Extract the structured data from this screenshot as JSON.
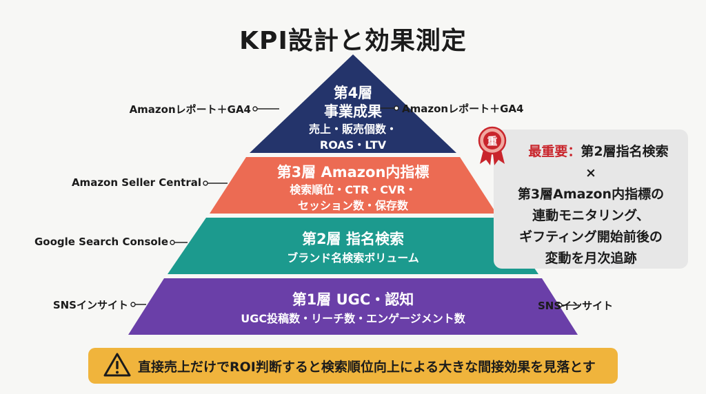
{
  "title": "KPI設計と効果測定",
  "layers": [
    {
      "lines": [
        "第4層",
        "事業成果",
        "売上・販売個数・",
        "ROAS・LTV"
      ],
      "color": "#24346b",
      "left_source": "Amazonレポート＋GA4",
      "right_source": "Amazonレポート＋GA4"
    },
    {
      "lines": [
        "第3層 Amazon内指標",
        "検索順位・CTR・CVR・",
        "セッション数・保存数"
      ],
      "color": "#ec6b53",
      "left_source": "Amazon Seller Central",
      "right_source": ""
    },
    {
      "lines": [
        "第2層 指名検索",
        "ブランド名検索ボリューム"
      ],
      "color": "#1c9a8e",
      "left_source": "Google Search Console",
      "right_source": ""
    },
    {
      "lines": [
        "第1層 UGC・認知",
        "UGC投稿数・リーチ数・エンゲージメント数"
      ],
      "color": "#6a3fa8",
      "left_source": "SNSインサイト",
      "right_source": "SNSインサイト"
    }
  ],
  "note": {
    "badge": "重",
    "lead": "最重要：",
    "line1": "第2層指名検索",
    "line2": "×",
    "line3": "第3層Amazon内指標の",
    "line4": "連動モニタリング、",
    "line5": "ギフティング開始前後の",
    "line6": "変動を月次追跡"
  },
  "warning": {
    "icon": "warning-icon",
    "text": "直接売上だけでROI判断すると検索順位向上による大きな間接効果を見落とす"
  }
}
